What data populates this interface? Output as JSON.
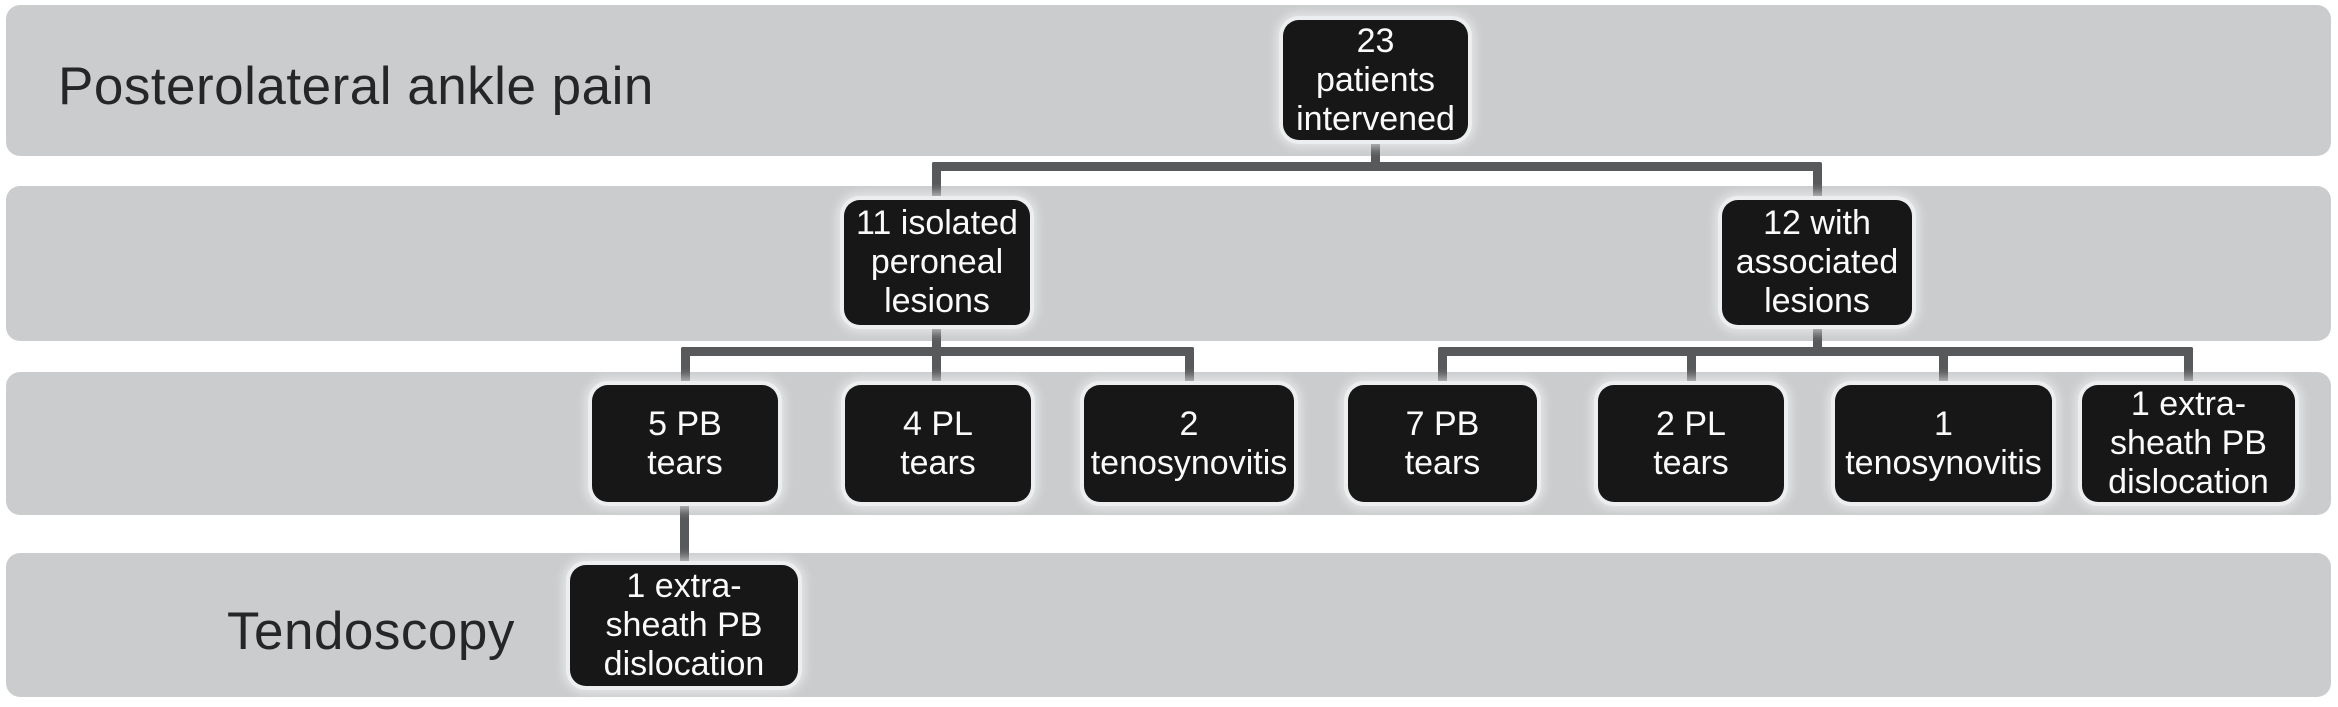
{
  "colors": {
    "band": "#cacccd",
    "node_bg": "#171717",
    "node_text": "#fafafa",
    "connector": "#58595b",
    "label_text": "#262627",
    "background": "#ffffff"
  },
  "bands": [
    {
      "label": "Posterolateral ankle pain"
    },
    {
      "label": ""
    },
    {
      "label": ""
    },
    {
      "label": "Tendoscopy"
    }
  ],
  "nodes": {
    "root": {
      "text": "23\npatients\nintervened"
    },
    "isolated": {
      "text": "11 isolated\nperoneal\nlesions"
    },
    "associated": {
      "text": "12 with\nassociated\nlesions"
    },
    "iso_pb_tears": {
      "text": "5 PB\ntears"
    },
    "iso_pl_tears": {
      "text": "4 PL\ntears"
    },
    "iso_tenosynovitis": {
      "text": "2\ntenosynovitis"
    },
    "asc_pb_tears": {
      "text": "7 PB\ntears"
    },
    "asc_pl_tears": {
      "text": "2 PL\ntears"
    },
    "asc_tenosynovitis": {
      "text": "1\ntenosynovitis"
    },
    "asc_dislocation": {
      "text": "1 extra-\nsheath PB\ndislocation"
    },
    "tendoscopy_dislocation": {
      "text": "1 extra-\nsheath PB\ndislocation"
    }
  }
}
